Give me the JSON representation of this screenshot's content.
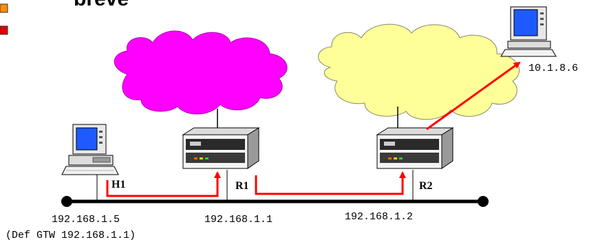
{
  "title": "breve",
  "nodes": {
    "h1": {
      "label": "H1",
      "ip": "192.168.1.5",
      "note": "(Def GTW 192.168.1.1)"
    },
    "r1": {
      "label": "R1",
      "ip": "192.168.1.1"
    },
    "r2": {
      "label": "R2",
      "ip": "192.168.1.2"
    },
    "remote": {
      "ip": "10.1.8.6"
    }
  },
  "colors": {
    "cloud_left": "#ff00ff",
    "cloud_right": "#ffff99",
    "route": "#ff0000",
    "bullet_orange": "#ff8c00",
    "bullet_red": "#e00000",
    "screen": "#1e5aff"
  },
  "icons": [
    "bullet-orange-icon",
    "bullet-red-icon",
    "computer-icon",
    "router-icon",
    "cloud-icon"
  ]
}
